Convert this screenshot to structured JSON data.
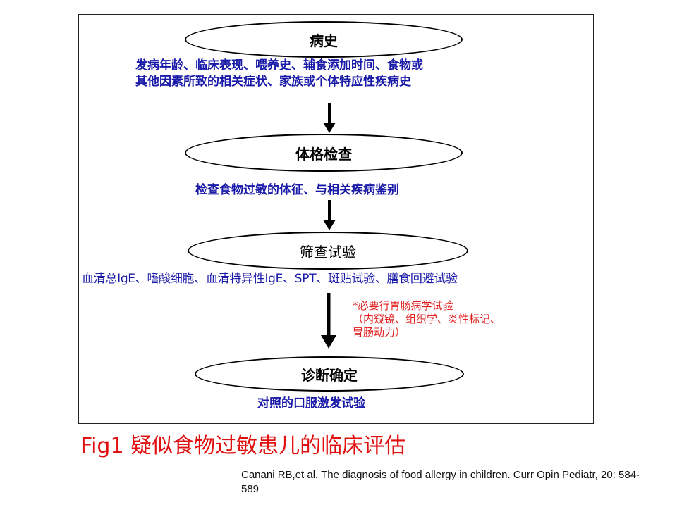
{
  "steps": [
    {
      "label": "病史",
      "desc_lines": [
        "发病年龄、临床表现、喂养史、辅食添加时间、食物或",
        "其他因素所致的相关症状、家族或个体特应性疾病史"
      ]
    },
    {
      "label": "体格检查",
      "desc_lines": [
        "检查食物过敏的体征、与相关疾病鉴别"
      ]
    },
    {
      "label": "筛查试验",
      "desc_lines": [
        "血清总IgE、嗜酸细胞、血清特异性IgE、SPT、斑贴试验、膳食回避试验"
      ]
    },
    {
      "label": "诊断确定",
      "desc_lines": [
        "对照的口服激发试验"
      ]
    }
  ],
  "side_note": {
    "lines": [
      "*必要行胃肠病学试验",
      "（内窥镜、组织学、炎性标记、",
      "胃肠动力）"
    ],
    "color": "#e02020"
  },
  "caption": "Fig1  疑似食物过敏患儿的临床评估",
  "citation": "Canani RB,et al. The diagnosis of food allergy in children. Curr Opin Pediatr, 20: 584-589",
  "colors": {
    "desc": "#1a1aa8",
    "caption": "#e01010",
    "outline": "#000000"
  }
}
